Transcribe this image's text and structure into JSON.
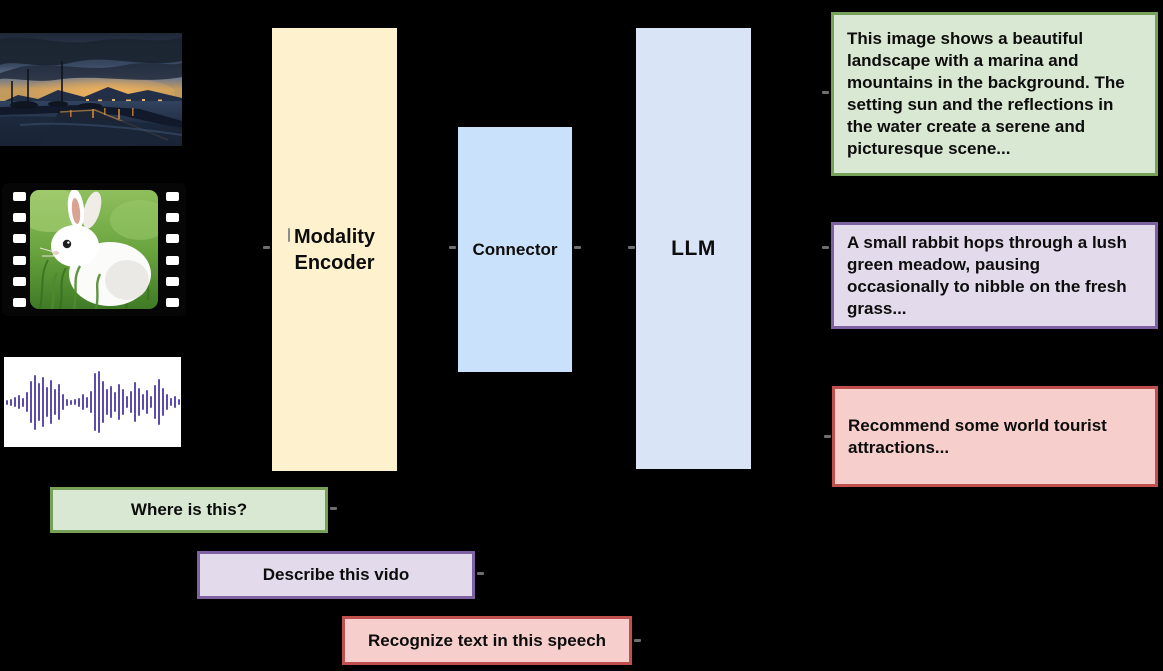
{
  "pipeline": {
    "modality_encoder": "Modality Encoder",
    "connector": "Connector",
    "llm": "LLM"
  },
  "outputs": [
    {
      "id": "image-caption",
      "text": "This image shows a beautiful landscape with a marina and mountains in the background. The setting sun and the reflections in the water create a serene and picturesque scene...",
      "fill": "#d9e8d2",
      "border": "#76a159"
    },
    {
      "id": "video-caption",
      "text": "A small rabbit hops through a lush green meadow, pausing occasionally to nibble on the fresh grass...",
      "fill": "#e3daec",
      "border": "#7d61a1"
    },
    {
      "id": "audio-response",
      "text": "Recommend some world tourist attractions...",
      "fill": "#f6cfcc",
      "border": "#c0504d"
    }
  ],
  "prompts": [
    {
      "id": "image-prompt",
      "text": "Where is this?",
      "fill": "#d9e8d2",
      "border": "#76a159"
    },
    {
      "id": "video-prompt",
      "text": "Describe this vido",
      "fill": "#e3daec",
      "border": "#7d61a1"
    },
    {
      "id": "audio-prompt",
      "text": "Recognize text in this speech",
      "fill": "#f6cfcc",
      "border": "#c0504d"
    }
  ],
  "icons": {
    "image_input": "marina-sunset-photo",
    "video_input": "rabbit-video-filmstrip",
    "audio_input": "audio-waveform"
  },
  "filmstrip": {
    "holes_per_side": 6
  },
  "waveform": {
    "color": "#5c4cab",
    "bar_heights": [
      5,
      7,
      10,
      14,
      9,
      20,
      42,
      55,
      38,
      50,
      30,
      44,
      26,
      36,
      16,
      7,
      5,
      6,
      9,
      16,
      11,
      22,
      58,
      62,
      42,
      26,
      32,
      20,
      36,
      26,
      12,
      22,
      40,
      28,
      16,
      24,
      12,
      34,
      46,
      28,
      16,
      8,
      12,
      6
    ]
  },
  "colors": {
    "background": "#000000",
    "encoder_fill": "#fdf1ce",
    "connector_fill": "#c9e1fa",
    "llm_fill": "#d9e5f7",
    "text": "#0d0d0d"
  }
}
